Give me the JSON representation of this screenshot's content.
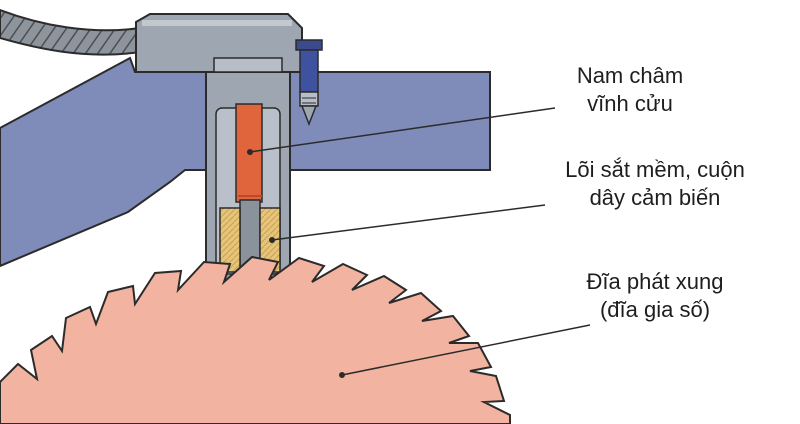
{
  "labels": {
    "magnet": {
      "line1": "Nam châm",
      "line2": "vĩnh cửu"
    },
    "core": {
      "line1": "Lõi sắt mềm, cuộn",
      "line2": "dây cảm biến"
    },
    "disc": {
      "line1": "Đĩa phát xung",
      "line2": "(đĩa gia số)"
    }
  },
  "colors": {
    "bracket": "#7f8bb8",
    "housing": "#9ea6b2",
    "magnet": "#e0643c",
    "coil": "#e6c47a",
    "disc": "#f2b3a0",
    "outline": "#2b2b2b"
  }
}
